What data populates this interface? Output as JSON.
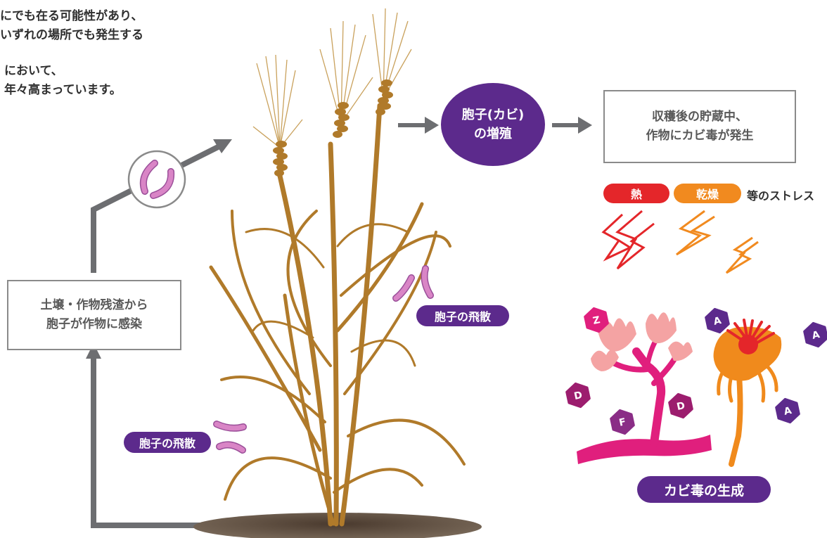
{
  "intro": {
    "line1": "にでも在る可能性があり、",
    "line2": "いずれの場所でも発生する",
    "line3": "において、",
    "line4": "年々高まっています。"
  },
  "infection_box": {
    "line1": "土壌・作物残渣から",
    "line2": "胞子が作物に感染"
  },
  "proliferation": {
    "line1": "胞子(カビ)",
    "line2": "の増殖"
  },
  "storage_box": {
    "line1": "収穫後の貯蔵中、",
    "line2": "作物にカビ毒が発生"
  },
  "stress": {
    "heat": "熱",
    "dry": "乾燥",
    "suffix": "等のストレス"
  },
  "dispersal_label_1": "胞子の飛散",
  "dispersal_label_2": "胞子の飛散",
  "mycotoxin_label": "カビ毒の生成",
  "toxin_badges": {
    "z": "Z",
    "d": "D",
    "f": "F",
    "a": "A"
  },
  "colors": {
    "purple": "#5c2a8c",
    "heat": "#e4262a",
    "dry": "#f18a1f",
    "wheat": "#b07a2a",
    "spore": "#d985c6",
    "fungus_pink": "#e01f7d",
    "fungus_orange": "#f08a1c",
    "arrow_gray": "#6d6e71"
  }
}
